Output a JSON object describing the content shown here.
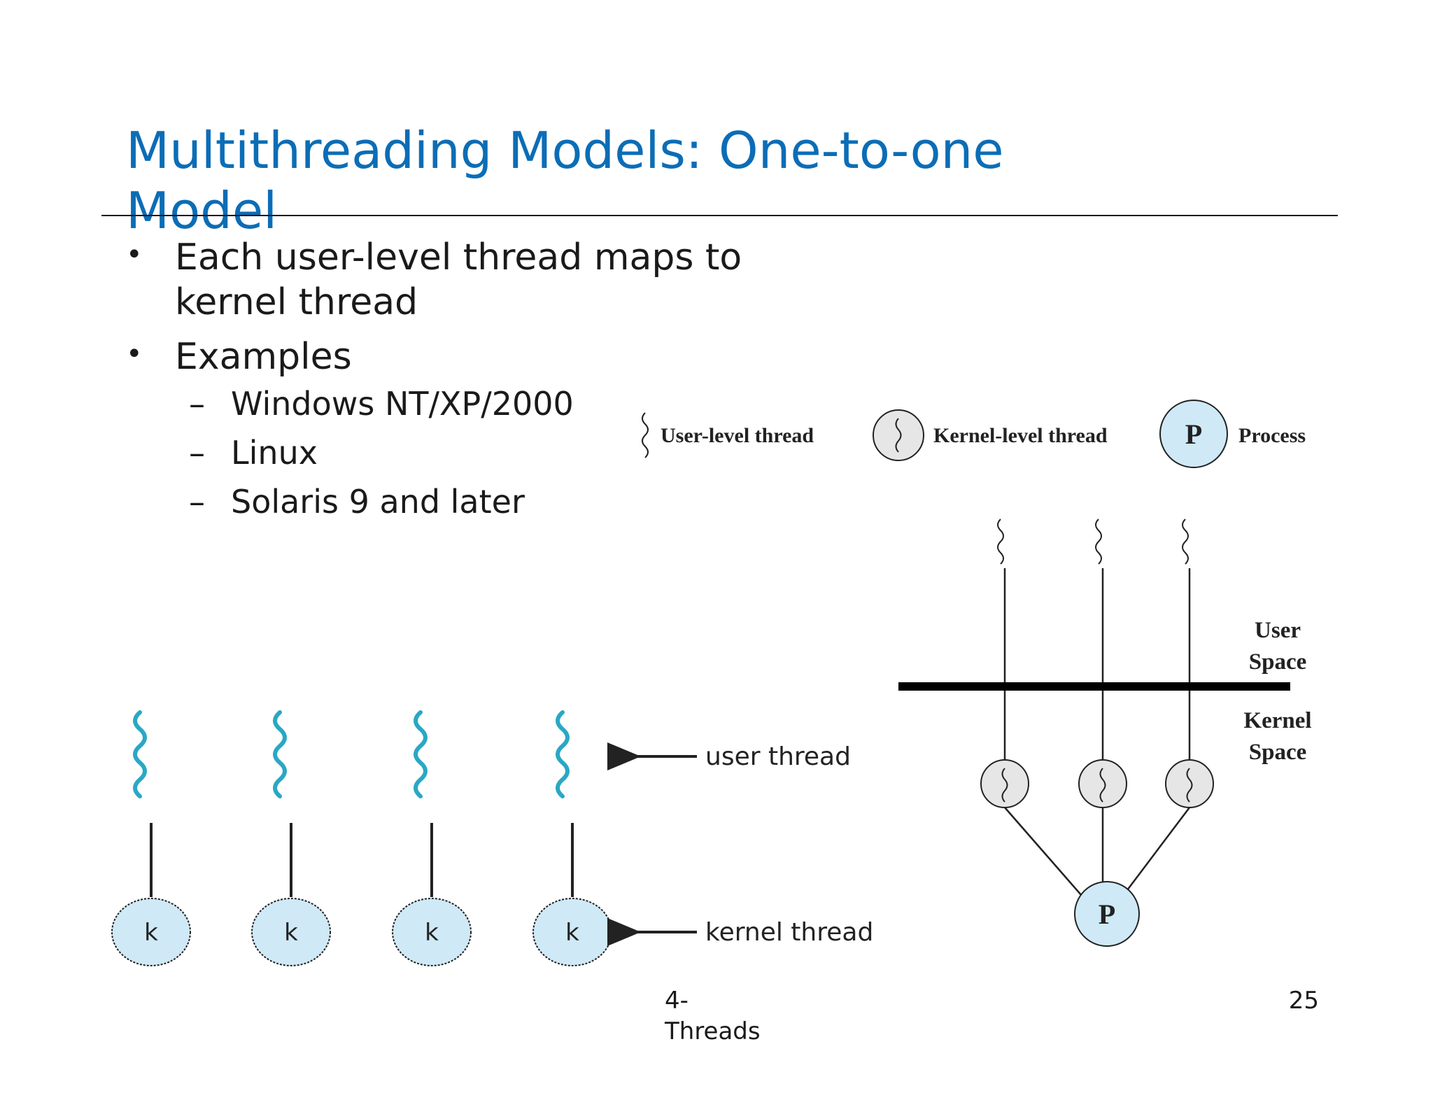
{
  "slide": {
    "title": "Multithreading Models: One-to-one Model",
    "bullets": [
      {
        "text": "Each user-level thread maps to kernel thread"
      },
      {
        "text": "Examples"
      }
    ],
    "sub_bullets": [
      "Windows NT/XP/2000",
      "Linux",
      "Solaris 9 and later"
    ],
    "footer_left": "4-\nThreads",
    "page_number": "25"
  },
  "left_diagram": {
    "kernel_label": "k",
    "user_thread_label": "user thread",
    "kernel_thread_label": "kernel thread",
    "thread_count": 4,
    "colors": {
      "thread": "#29a8c4",
      "kernel_fill": "#cfe9f7",
      "line": "#222222"
    }
  },
  "right_diagram": {
    "legend": {
      "user_level": "User-level thread",
      "kernel_level": "Kernel-level thread",
      "process": "Process",
      "process_symbol": "P"
    },
    "user_space_line1": "User",
    "user_space_line2": "Space",
    "kernel_space_line1": "Kernel",
    "kernel_space_line2": "Space",
    "process_symbol": "P",
    "colors": {
      "process_fill": "#cfe9f7",
      "kernel_thread_fill": "#e6e6e6",
      "line": "#222222"
    }
  }
}
